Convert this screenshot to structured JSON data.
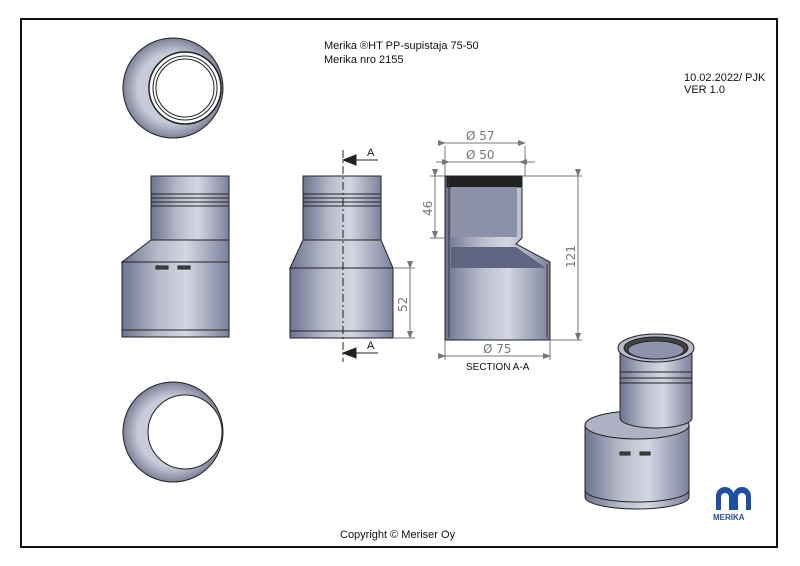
{
  "title": {
    "line1": "Merika ®HT PP-supistaja 75-50",
    "line2": "Merika nro  2155"
  },
  "revision": {
    "date": "10.02.2022/ PJK",
    "version": "VER 1.0"
  },
  "copyright": "Copyright © Meriser Oy",
  "section": {
    "label": "SECTION A-A",
    "marker": "A"
  },
  "dimensions": {
    "d57": "Ø 57",
    "d50": "Ø 50",
    "d75": "Ø 75",
    "h46": "46",
    "h121": "121",
    "h52": "52"
  },
  "logo": {
    "text": "MERIKA"
  },
  "colors": {
    "body": "#9ea3b8",
    "shade": "#6e7390",
    "light": "#d4d7e2"
  }
}
